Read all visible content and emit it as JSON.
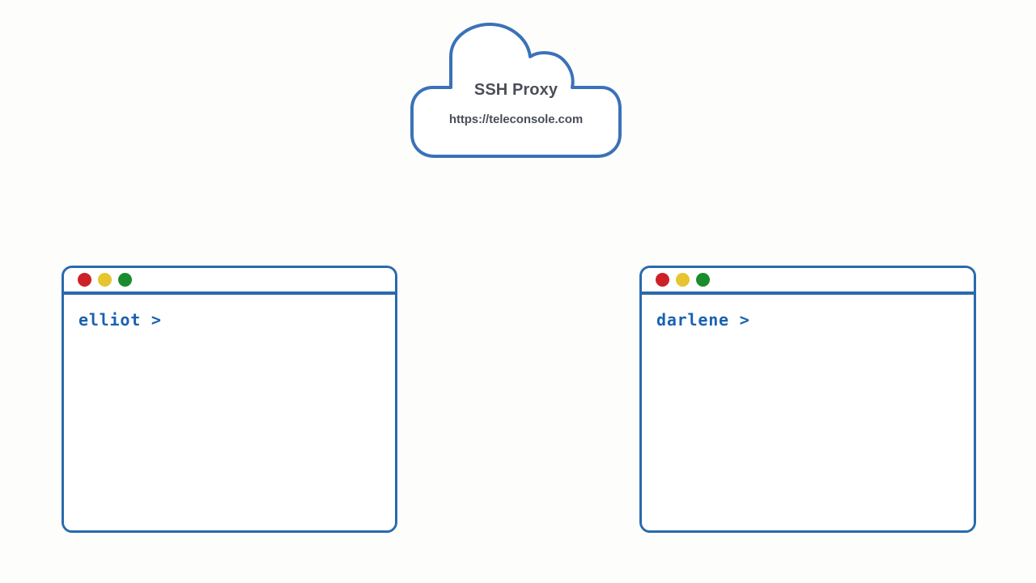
{
  "diagram": {
    "title": "Teleconsole SSH Proxy topology",
    "background_color": "#fdfdfb",
    "accent_color": "#2a6aad",
    "cloud_outline_color": "#3a72b8",
    "text_color": "#4a4f57",
    "prompt_color": "#1a62b0"
  },
  "cloud": {
    "name": "ssh-proxy-cloud",
    "title": "SSH Proxy",
    "url": "https://teleconsole.com"
  },
  "terminals": [
    {
      "id": "elliot",
      "name": "terminal-window-elliot",
      "prompt": "elliot >",
      "buttons": [
        {
          "name": "close-button",
          "color": "#cc2127",
          "class": "red"
        },
        {
          "name": "minimize-button",
          "color": "#e6c52f",
          "class": "yellow"
        },
        {
          "name": "maximize-button",
          "color": "#1a8c2e",
          "class": "green"
        }
      ]
    },
    {
      "id": "darlene",
      "name": "terminal-window-darlene",
      "prompt": "darlene >",
      "buttons": [
        {
          "name": "close-button",
          "color": "#cc2127",
          "class": "red"
        },
        {
          "name": "minimize-button",
          "color": "#e6c52f",
          "class": "yellow"
        },
        {
          "name": "maximize-button",
          "color": "#1a8c2e",
          "class": "green"
        }
      ]
    }
  ]
}
